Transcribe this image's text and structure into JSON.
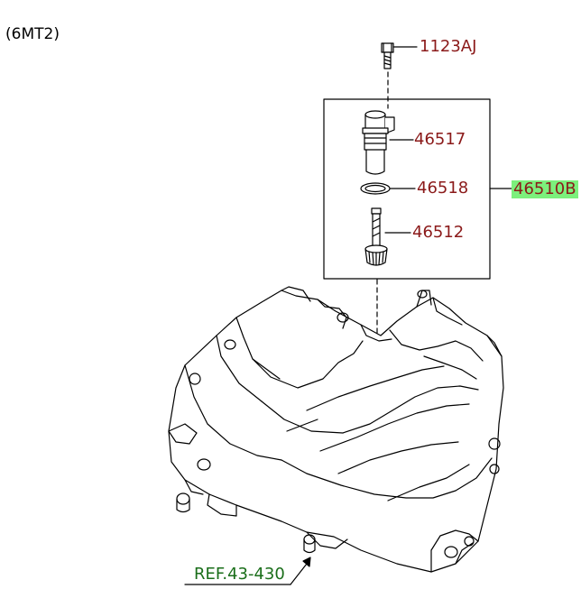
{
  "variant_label": "(6MT2)",
  "parts": {
    "bolt": "1123AJ",
    "sensor": "46517",
    "oring": "46518",
    "gear": "46512",
    "assembly": "46510B"
  },
  "reference": "REF.43-430",
  "colors": {
    "part_label": "#8b1a1a",
    "assembly_highlight": "#7cf07c",
    "reference_label": "#1a6e1a",
    "line": "#000000"
  }
}
